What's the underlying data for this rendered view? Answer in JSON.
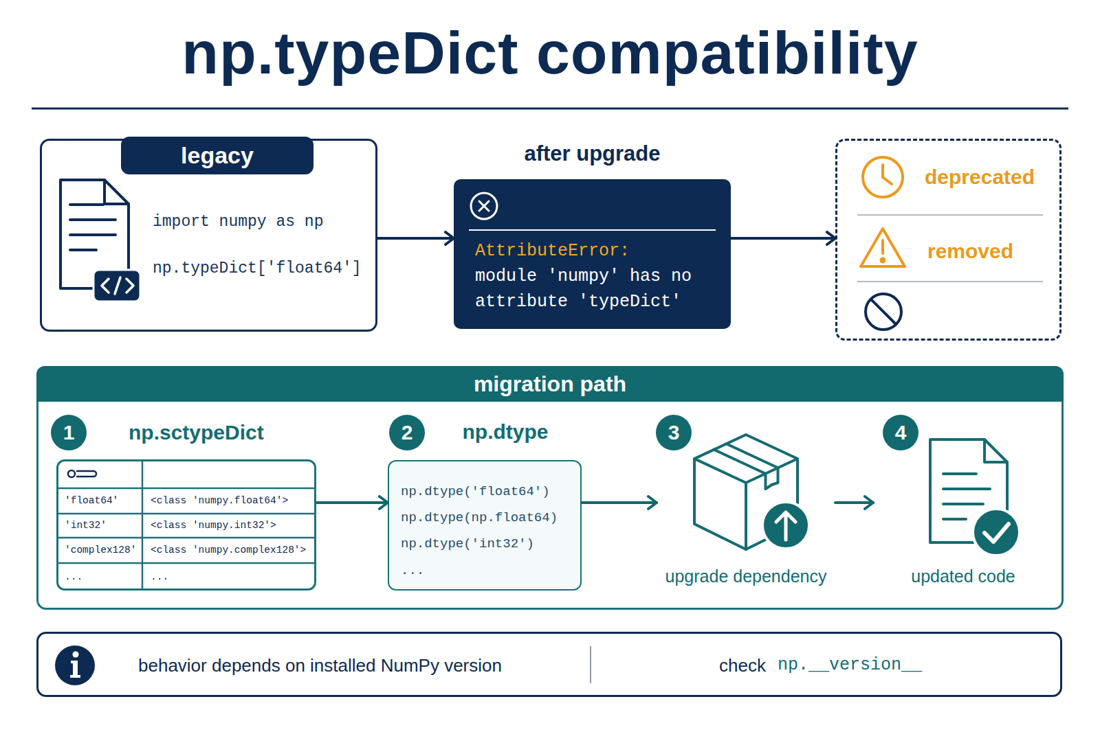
{
  "diagram": {
    "title": "np.typeDict compatibility",
    "nodes": [
      {
        "text": [
          "legacy",
          "import numpy as np",
          "np.typeDict['float64']"
        ]
      },
      {
        "text": [
          "after upgrade",
          "AttributeError:",
          "module 'numpy' has no attribute 'typeDict'"
        ]
      },
      {
        "text": [
          "deprecated",
          "removed"
        ]
      },
      {
        "text": [
          "migration path"
        ]
      },
      {
        "text": [
          "np.sctypeDict",
          "'float64'",
          "<class 'numpy.float64'>",
          "'int32'",
          "<class 'numpy.int32'>",
          "'complex128'",
          "<class 'numpy.complex128'>",
          "...",
          "..."
        ],
        "in": 3
      },
      {
        "text": [
          "np.dtype",
          "np.dtype('float64')",
          "np.dtype(np.float64)",
          "np.dtype('int32')",
          "..."
        ],
        "in": 3
      },
      {
        "text": [
          "upgrade dependency"
        ],
        "in": 3
      },
      {
        "text": [
          "updated code"
        ],
        "in": 3
      },
      {
        "text": [
          "behavior depends on installed NumPy version",
          "check",
          "np.__version__"
        ]
      }
    ],
    "edges": [
      {
        "from": 0,
        "to": 1,
        "arrow": "to"
      },
      {
        "from": 1,
        "to": 2,
        "arrow": "to"
      },
      {
        "from": 4,
        "to": 5,
        "arrow": "to"
      },
      {
        "from": 5,
        "to": 6,
        "arrow": "to"
      },
      {
        "from": 6,
        "to": 7,
        "arrow": "to"
      }
    ],
    "labels": [
      "1",
      "2",
      "3",
      "4"
    ]
  }
}
